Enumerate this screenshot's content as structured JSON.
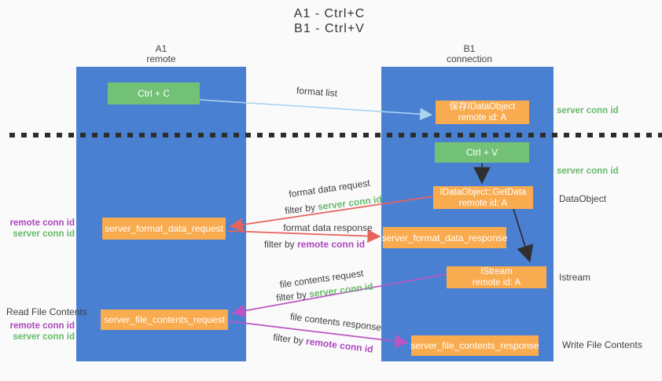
{
  "title": {
    "line1": "A1 - Ctrl+C",
    "line2": "B1 - Ctrl+V"
  },
  "columns": {
    "a1": {
      "title": "A1",
      "subtitle": "remote"
    },
    "b1": {
      "title": "B1",
      "subtitle": "connection"
    }
  },
  "boxes": {
    "ctrl_c": {
      "label": "Ctrl + C"
    },
    "ctrl_v": {
      "label": "Ctrl + V"
    },
    "save_dataobject": {
      "line1": "保存IDataObject",
      "line2": "remote id: A"
    },
    "getdata": {
      "line1": "IDataObject::GetData",
      "line2": "remote id: A"
    },
    "istream": {
      "line1": "IStream",
      "line2": "remote id: A"
    },
    "server_format_data_request": {
      "label": "server_format_data_request"
    },
    "server_format_data_response": {
      "label": "server_format_data_response"
    },
    "server_file_contents_request": {
      "label": "server_file_contents_request"
    },
    "server_file_contents_response": {
      "label": "server_file_contents_response"
    }
  },
  "arrow_labels": {
    "format_list": "format list",
    "format_data_request": "format data request",
    "format_data_response": "format data response",
    "file_contents_request": "file contents request",
    "file_contents_response": "file contents response",
    "filter_by": "filter by",
    "server_conn_id": "server conn id",
    "remote_conn_id": "remote conn id"
  },
  "side_labels": {
    "remote_conn_id": "remote conn id",
    "server_conn_id": "server conn id",
    "read_file_contents": "Read File Contents",
    "write_file_contents": "Write File Contents",
    "dataobject": "DataObject",
    "istream": "Istream"
  },
  "colors": {
    "column_blue": "#4a80d2",
    "box_green": "#72c176",
    "box_orange": "#f9ab4f",
    "arrow_lightblue": "#aad4f2",
    "arrow_red": "#e7625c",
    "arrow_purple": "#bb55c4",
    "arrow_black": "#2f2f2f",
    "text_green": "#66bb6a",
    "text_purple": "#ab47bc"
  }
}
